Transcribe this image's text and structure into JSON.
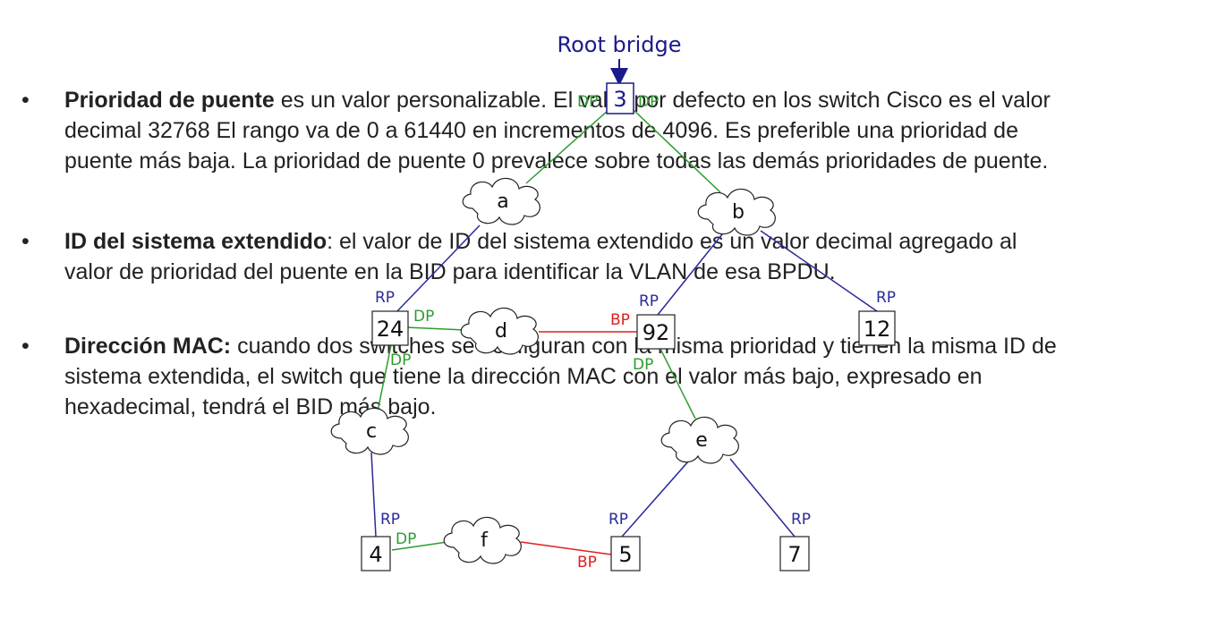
{
  "bullets": [
    {
      "bold": "Prioridad de puente",
      "rest": " es un valor personalizable. El valor por defecto en los switch Cisco es el valor",
      "line2": "decimal 32768 El rango va de 0 a 61440 en incrementos de 4096. Es preferible una prioridad de",
      "line3": "puente más baja. La prioridad de puente 0 prevalece sobre todas las demás prioridades de puente."
    },
    {
      "bold": "ID del sistema extendido",
      "rest": ": el valor de ID del sistema extendido es un valor decimal agregado al",
      "line2": "valor de prioridad del puente en la BID para identificar la VLAN de esa BPDU."
    },
    {
      "bold": "Dirección MAC:",
      "rest": " cuando dos switches se configuran con la misma prioridad y tienen la misma ID de",
      "line2": "sistema extendida, el switch que tiene la dirección MAC con el valor más bajo, expresado en",
      "line3": "hexadecimal, tendrá el BID más bajo."
    }
  ],
  "diagram": {
    "root_label": "Root bridge",
    "switches": [
      "3",
      "24",
      "92",
      "12",
      "4",
      "5",
      "7"
    ],
    "segments": [
      "a",
      "b",
      "c",
      "d",
      "e",
      "f"
    ],
    "ports": {
      "dp": "DP",
      "rp": "RP",
      "bp": "BP"
    },
    "colors": {
      "root": "#1a1a8c",
      "dp": "#2e9b2e",
      "rp": "#2a2a9a",
      "bp": "#e02020"
    }
  }
}
